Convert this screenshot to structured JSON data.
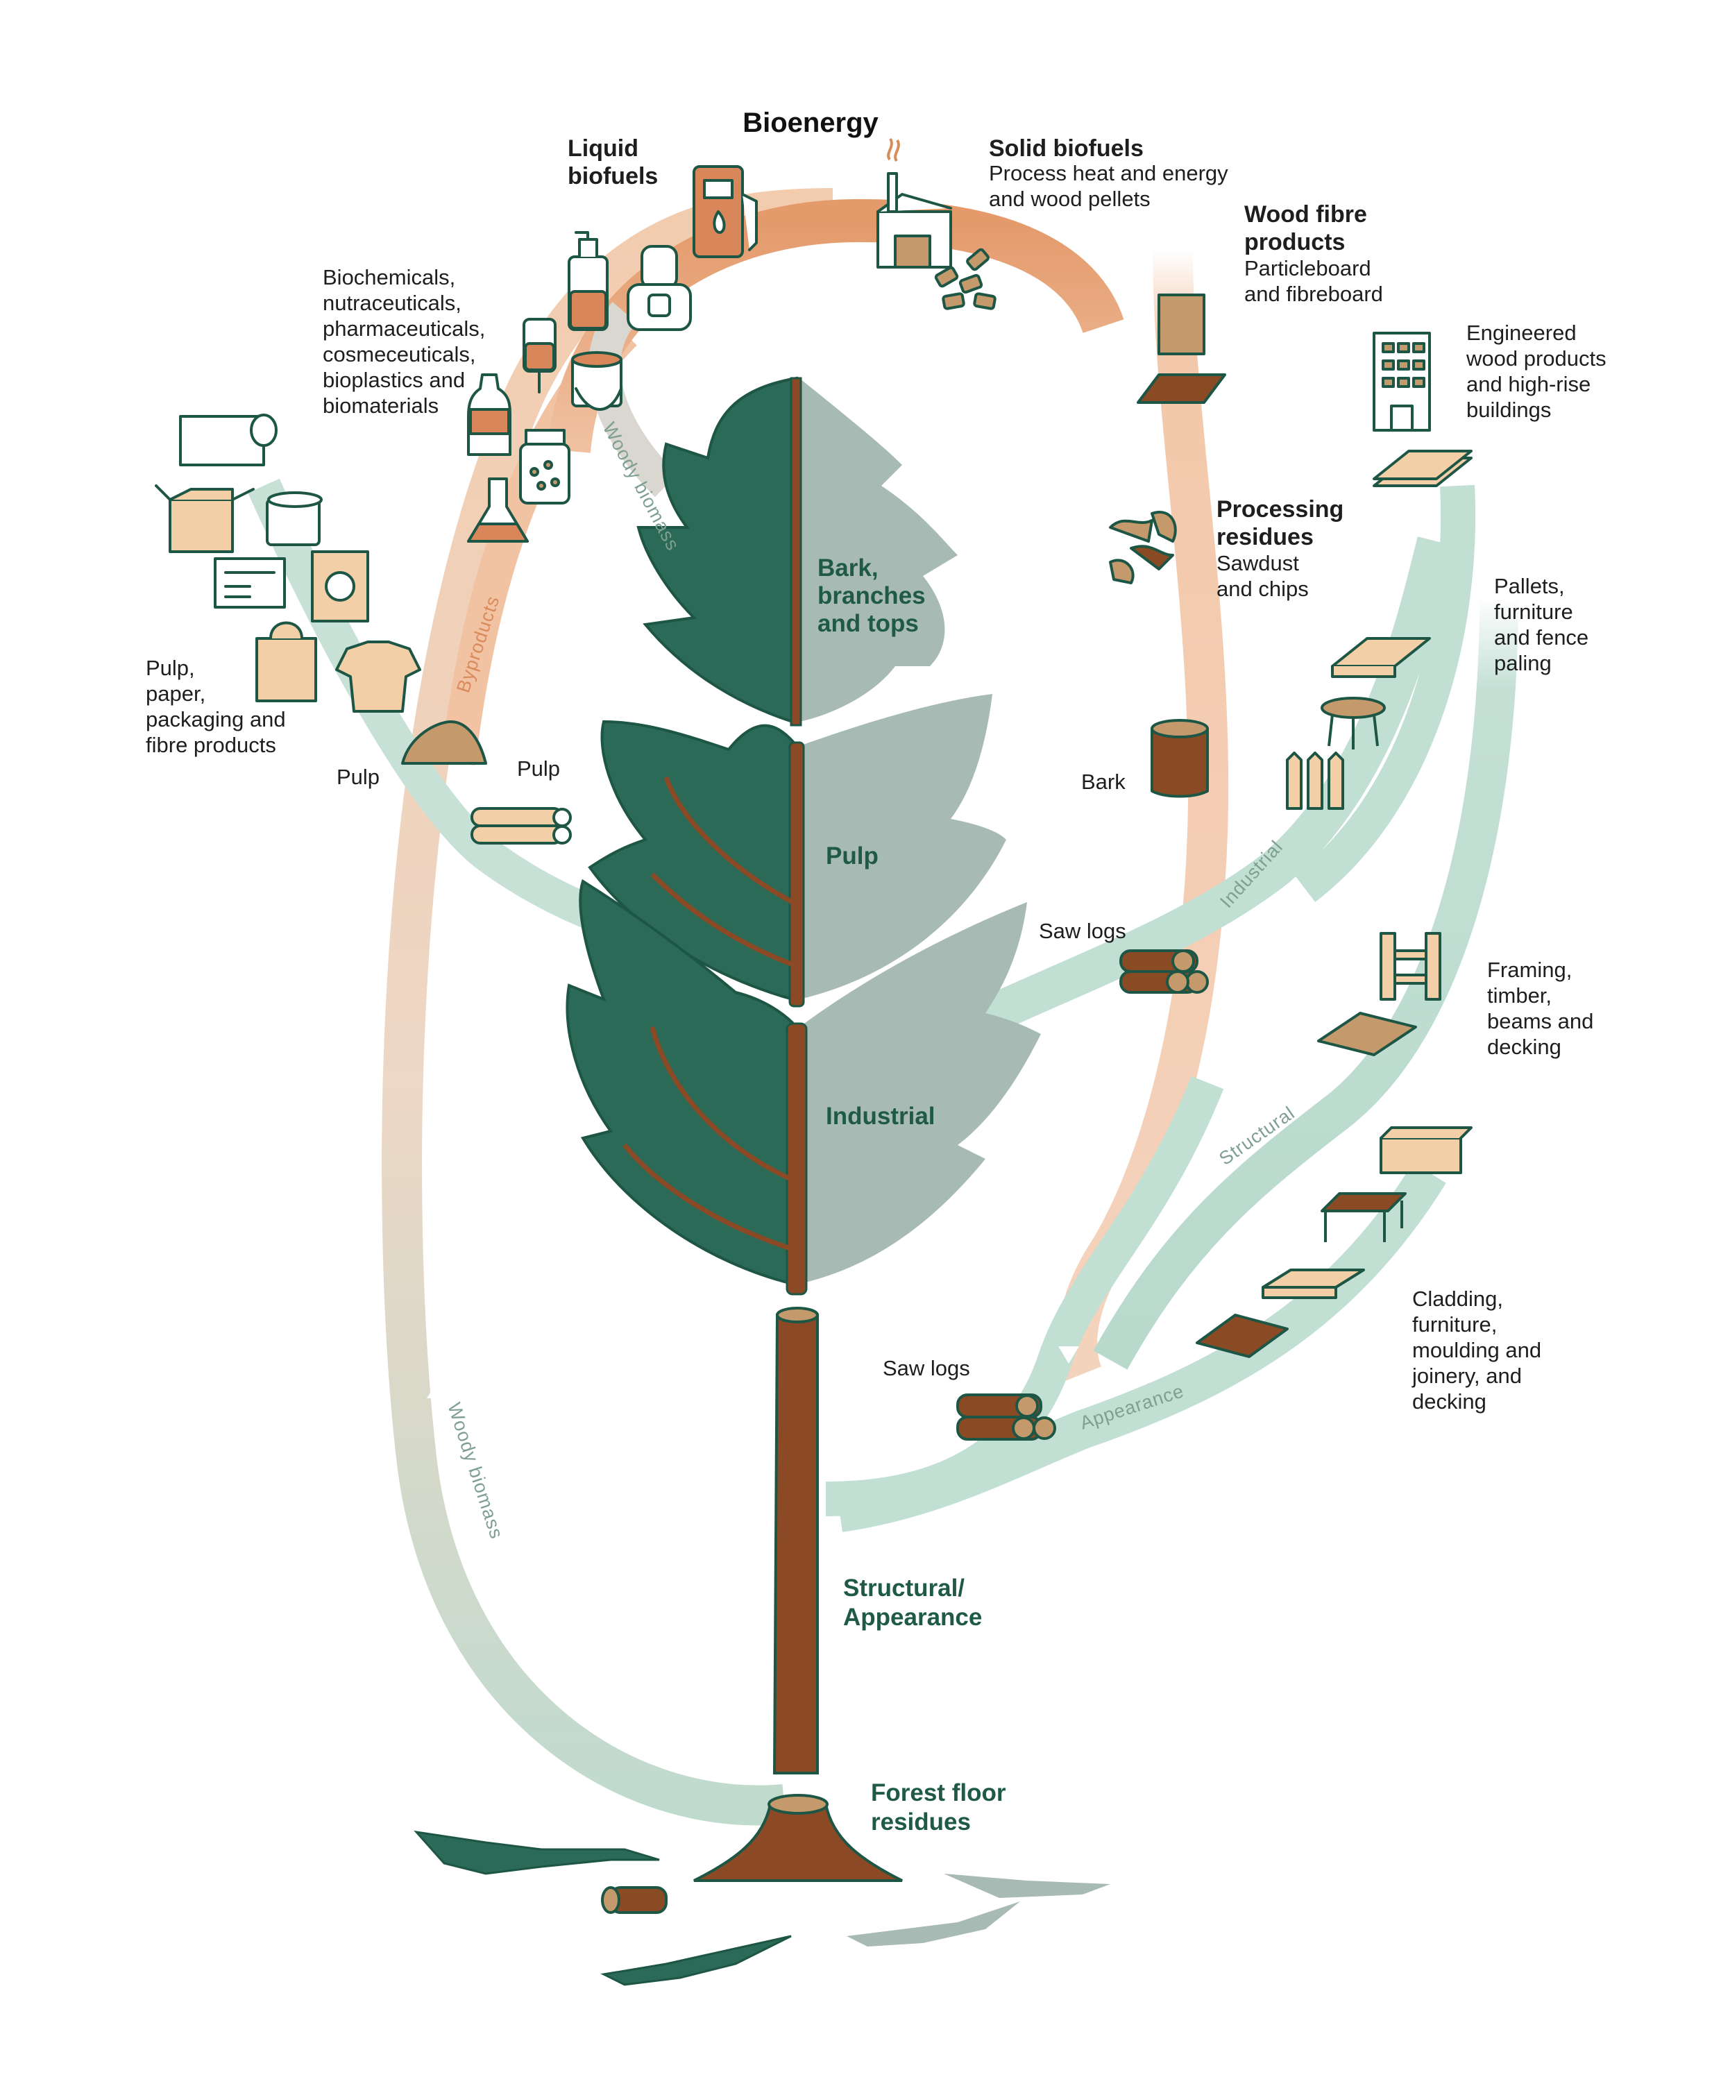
{
  "title": "Bioenergy",
  "colors": {
    "bioenergy_flow": "#e9a77f",
    "wood_flow": "#b9dacd",
    "foliage_dark": "#2b6a57",
    "foliage_light": "#a7bab3",
    "trunk": "#8b4a25",
    "outline": "#1e5646",
    "tree_label": "#1f5a48"
  },
  "bioenergy": {
    "liquid_biofuels": {
      "heading": [
        "Liquid",
        "biofuels"
      ],
      "icons": [
        "fuel-pump-icon",
        "car-seat-icon"
      ]
    },
    "solid_biofuels": {
      "heading": "Solid biofuels",
      "desc": [
        "Process heat and energy",
        "and wood pellets"
      ],
      "icons": [
        "power-plant-icon",
        "wood-pellets-icon"
      ]
    }
  },
  "products": {
    "biochemicals": {
      "lines": [
        "Biochemicals,",
        "nutraceuticals,",
        "pharmaceuticals,",
        "cosmeceuticals,",
        "bioplastics and",
        "biomaterials"
      ],
      "icons": [
        "pump-bottle-icon",
        "iv-bag-icon",
        "paint-can-icon",
        "bottle-icon",
        "jar-icon",
        "flask-icon"
      ]
    },
    "pulp_paper": {
      "lines": [
        "Pulp,",
        "paper,",
        "packaging and",
        "fibre products"
      ],
      "icons": [
        "paper-towel-icon",
        "box-icon",
        "toilet-roll-icon",
        "newspaper-icon",
        "cereal-box-icon",
        "shopping-bag-icon",
        "t-shirt-icon"
      ]
    },
    "wood_fibre": {
      "heading": [
        "Wood fibre",
        "products"
      ],
      "desc": [
        "Particleboard",
        "and fibreboard"
      ]
    },
    "engineered": {
      "lines": [
        "Engineered",
        "wood products",
        "and high-rise",
        "buildings"
      ]
    },
    "processing_residues": {
      "heading": [
        "Processing",
        "residues"
      ],
      "desc": [
        "Sawdust",
        "and chips"
      ]
    },
    "pallets": {
      "lines": [
        "Pallets,",
        "furniture",
        "and fence",
        "paling"
      ]
    },
    "framing": {
      "lines": [
        "Framing,",
        "timber,",
        "beams and",
        "decking"
      ]
    },
    "cladding": {
      "lines": [
        "Cladding,",
        "furniture,",
        "moulding and",
        "joinery, and",
        "decking"
      ]
    }
  },
  "small_labels": {
    "pulp_left": "Pulp",
    "pulp_right": "Pulp",
    "bark": "Bark",
    "saw_logs_upper": "Saw logs",
    "saw_logs_lower": "Saw logs"
  },
  "flow_labels": {
    "woody_biomass_top": "Woody biomass",
    "byproducts": "Byproducts",
    "woody_biomass_left": "Woody biomass",
    "industrial": "Industrial",
    "structural": "Structural",
    "appearance": "Appearance"
  },
  "tree_sections": {
    "top": [
      "Bark,",
      "branches",
      "and tops"
    ],
    "pulp": "Pulp",
    "industrial": "Industrial",
    "trunk": [
      "Structural/",
      "Appearance"
    ],
    "floor": [
      "Forest floor",
      "residues"
    ]
  }
}
